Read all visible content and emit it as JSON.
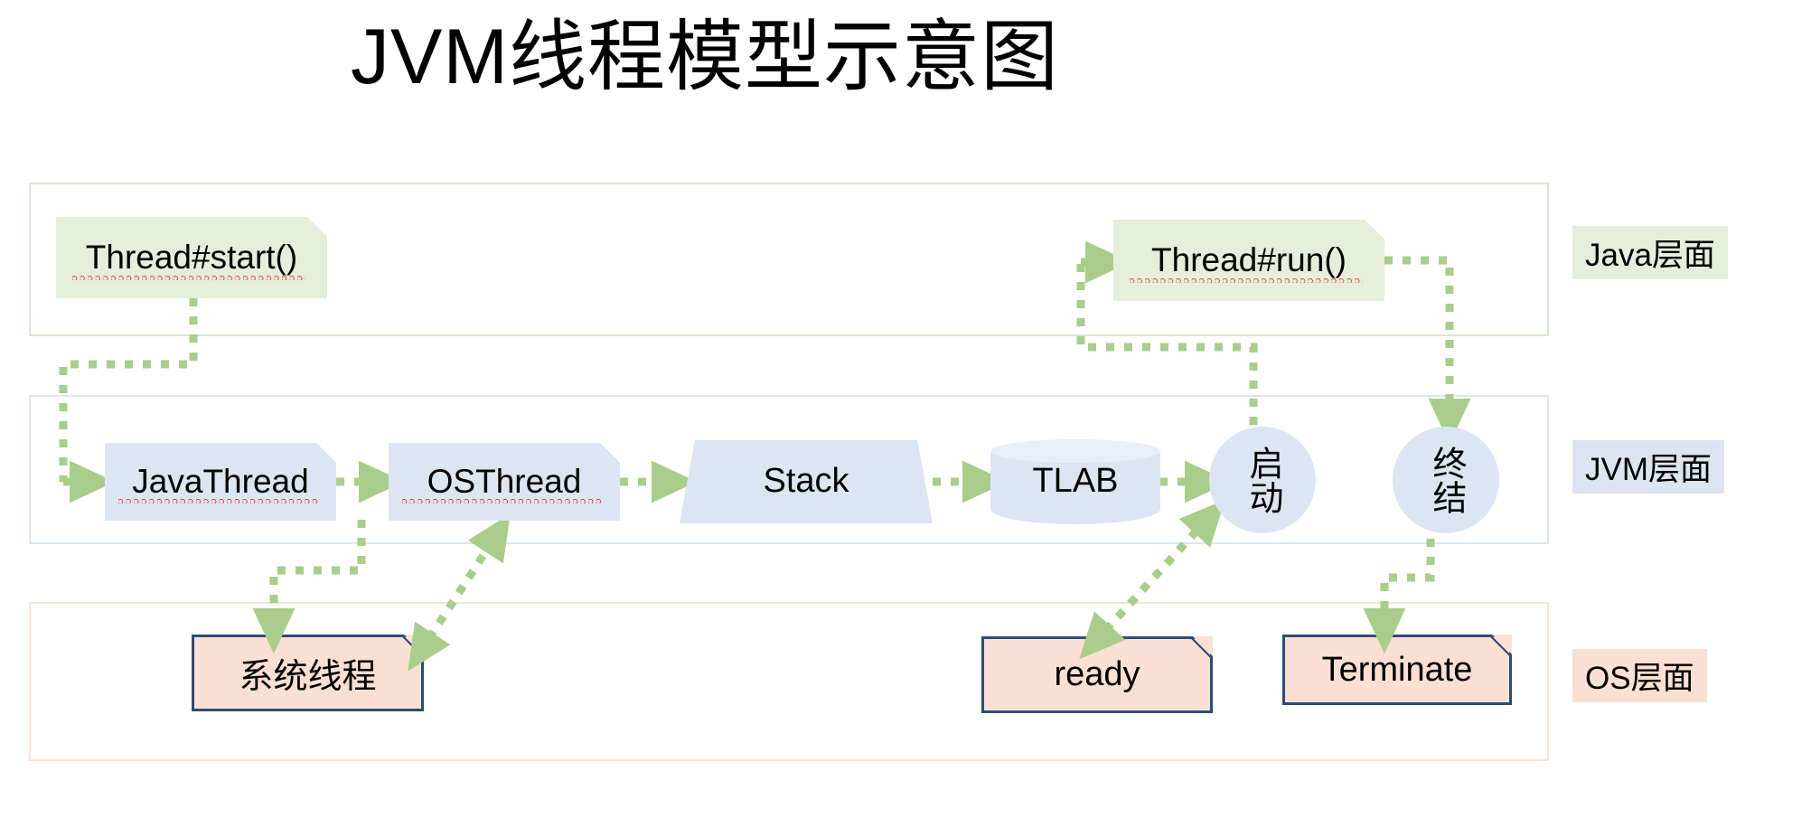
{
  "title": "JVM线程模型示意图",
  "colors": {
    "java_fill": "#e4eeda",
    "java_border": "#dbe8d1",
    "jvm_fill": "#dce6f2",
    "jvm_border": "#dde6f2",
    "os_fill": "#fae0d2",
    "os_border": "#fae3d4",
    "os_stroke": "#2e4b77",
    "arrow": "#a9ce8c",
    "spellcheck": "#e23b3b"
  },
  "legend": [
    {
      "id": "java",
      "label": "Java层面"
    },
    {
      "id": "jvm",
      "label": "JVM层面"
    },
    {
      "id": "os",
      "label": "OS层面"
    }
  ],
  "layers": {
    "java": {
      "label": "Java层面",
      "nodes": [
        {
          "id": "thread-start",
          "label": "Thread#start()",
          "shape": "note",
          "spellcheck": true
        },
        {
          "id": "thread-run",
          "label": "Thread#run()",
          "shape": "note",
          "spellcheck": true
        }
      ]
    },
    "jvm": {
      "label": "JVM层面",
      "nodes": [
        {
          "id": "javathread",
          "label": "JavaThread",
          "shape": "note",
          "spellcheck": true
        },
        {
          "id": "osthread",
          "label": "OSThread",
          "shape": "note",
          "spellcheck": true
        },
        {
          "id": "stack",
          "label": "Stack",
          "shape": "trapezoid",
          "spellcheck": false
        },
        {
          "id": "tlab",
          "label": "TLAB",
          "shape": "cylinder",
          "spellcheck": false
        },
        {
          "id": "qidong",
          "label": "启动",
          "shape": "circle",
          "spellcheck": false
        },
        {
          "id": "zhongjie",
          "label": "终结",
          "shape": "circle",
          "spellcheck": false
        }
      ]
    },
    "os": {
      "label": "OS层面",
      "nodes": [
        {
          "id": "sys-thread",
          "label": "系统线程",
          "shape": "note-outlined",
          "spellcheck": false
        },
        {
          "id": "ready",
          "label": "ready",
          "shape": "note-outlined",
          "spellcheck": false
        },
        {
          "id": "terminate",
          "label": "Terminate",
          "shape": "note-outlined",
          "spellcheck": false
        }
      ]
    }
  },
  "connections": [
    {
      "from": "thread-start",
      "to": "javathread",
      "style": "dotted",
      "arrows": "single"
    },
    {
      "from": "javathread",
      "to": "osthread",
      "style": "dotted",
      "arrows": "single"
    },
    {
      "from": "osthread",
      "to": "stack",
      "style": "dotted",
      "arrows": "single"
    },
    {
      "from": "stack",
      "to": "tlab",
      "style": "dotted",
      "arrows": "single"
    },
    {
      "from": "tlab",
      "to": "qidong",
      "style": "dotted",
      "arrows": "single"
    },
    {
      "from": "javathread",
      "to": "sys-thread",
      "style": "dotted",
      "arrows": "single"
    },
    {
      "from": "osthread",
      "to": "sys-thread",
      "style": "dotted",
      "arrows": "double"
    },
    {
      "from": "qidong",
      "to": "ready",
      "style": "dotted",
      "arrows": "double"
    },
    {
      "from": "qidong",
      "to": "thread-run",
      "style": "dotted",
      "arrows": "single"
    },
    {
      "from": "thread-run",
      "to": "zhongjie",
      "style": "dotted",
      "arrows": "single"
    },
    {
      "from": "zhongjie",
      "to": "terminate",
      "style": "dotted",
      "arrows": "single"
    }
  ]
}
